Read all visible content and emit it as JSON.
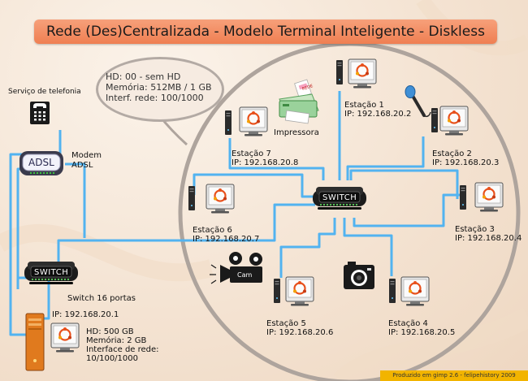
{
  "title": "Rede (Des)Centralizada - Modelo Terminal Inteligente - Diskless",
  "bubble": {
    "line1": "HD: 00 - sem HD",
    "line2": "Memória: 512MB / 1 GB",
    "line3": "Interf. rede: 100/1000"
  },
  "telephony": {
    "label": "Serviço de telefonia"
  },
  "modem": {
    "badge": "ADSL",
    "line1": "Modem",
    "line2": "ADSL"
  },
  "main_switch": {
    "label": "SWITCH"
  },
  "sub_switch": {
    "label": "SWITCH",
    "caption": "Switch 16 portas"
  },
  "printer": {
    "label": "Impressora",
    "paper_tag": "REDE"
  },
  "camera": {
    "tag": "Cam"
  },
  "stations": [
    {
      "name": "Estação 1",
      "ip": "IP: 192.168.20.2"
    },
    {
      "name": "Estação 2",
      "ip": "IP: 192.168.20.3"
    },
    {
      "name": "Estação 3",
      "ip": "IP: 192.168.20.4"
    },
    {
      "name": "Estação 4",
      "ip": "IP: 192.168.20.5"
    },
    {
      "name": "Estação 5",
      "ip": "IP: 192.168.20.6"
    },
    {
      "name": "Estação 6",
      "ip": "IP: 192.168.20.7"
    },
    {
      "name": "Estação 7",
      "ip": "IP: 192.168.20.8"
    }
  ],
  "server": {
    "ip": "IP: 192.168.20.1",
    "hd": "HD: 500 GB",
    "memory": "Memória: 2 GB",
    "net1": "Interface de rede:",
    "net2": "10/100/1000"
  },
  "footer": "Produzido em gimp 2.6 - felipehistory 2009",
  "colors": {
    "cable": "#52b3f0",
    "ring": "#aea49d",
    "title_bg": "#f08a5d",
    "ubuntu": "#e8501b",
    "footer_bg": "#f2b400"
  }
}
